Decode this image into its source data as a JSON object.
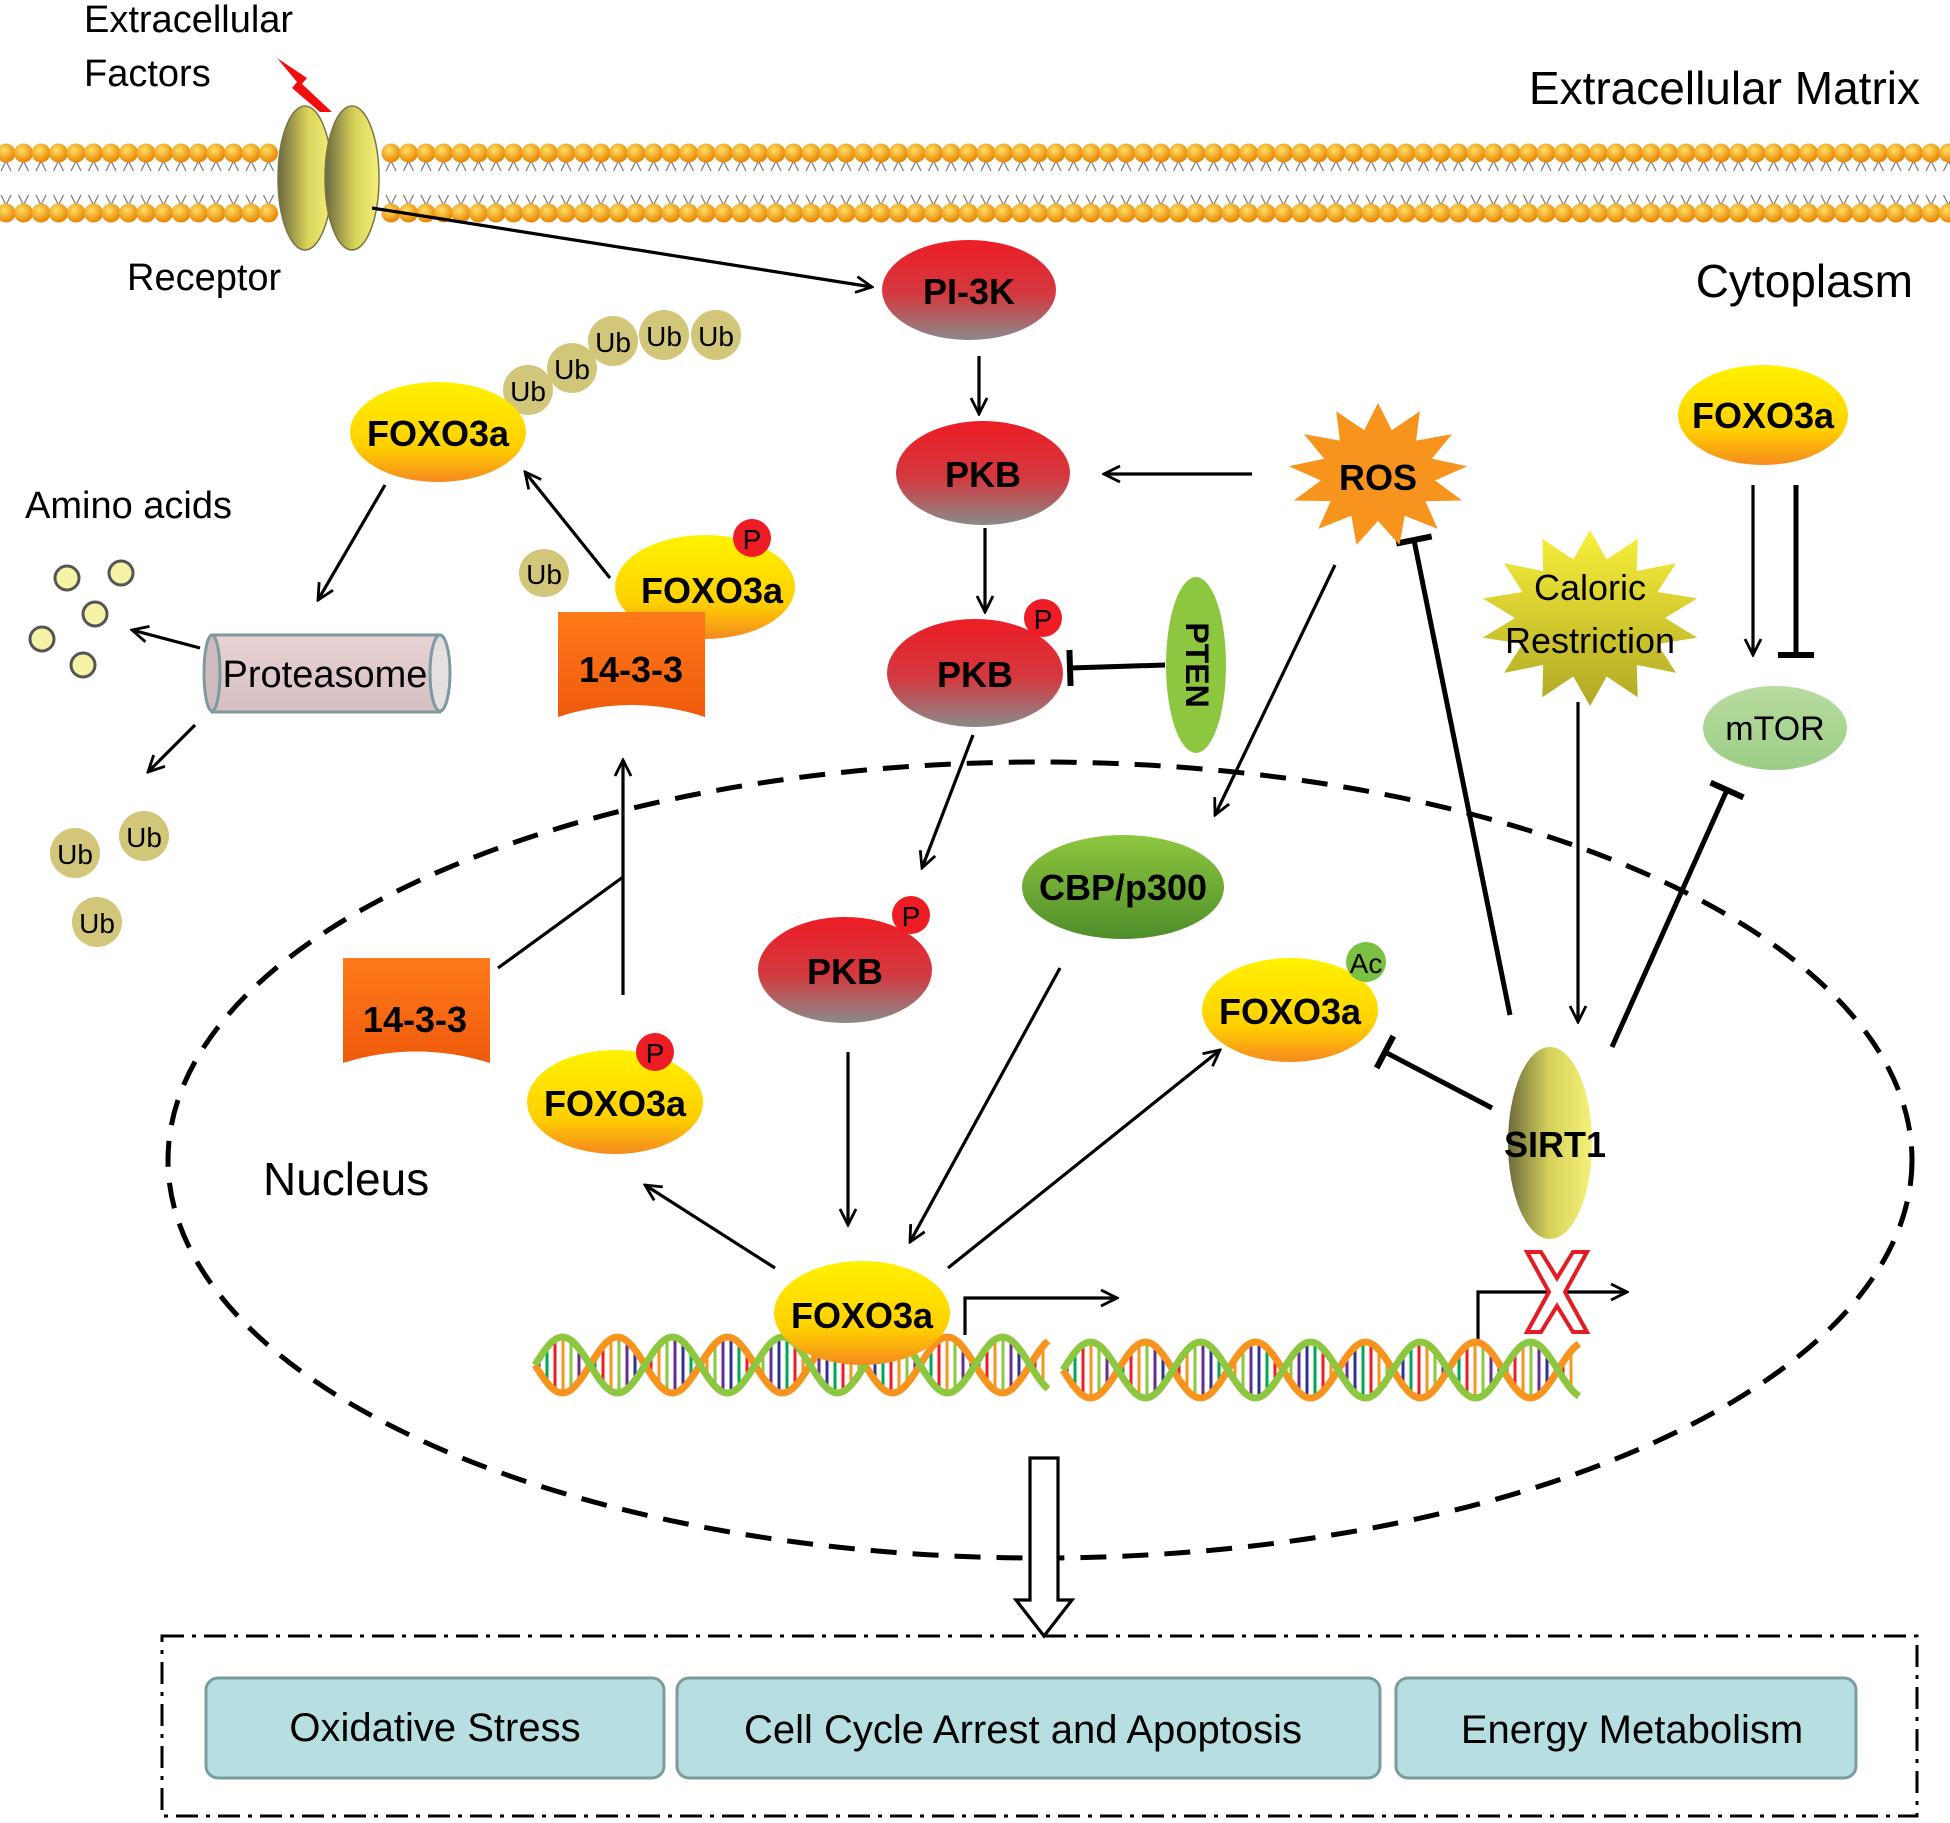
{
  "labels": {
    "extracellular_factors_line1": "Extracellular",
    "extracellular_factors_line2": "Factors",
    "extracellular_matrix": "Extracellular Matrix",
    "receptor": "Receptor",
    "cytoplasm": "Cytoplasm",
    "amino_acids": "Amino acids",
    "nucleus": "Nucleus"
  },
  "nodes": {
    "pi3k": "PI-3K",
    "pkb_top": "PKB",
    "pkb_phospho": "PKB",
    "pkb_nuclear": "PKB",
    "ros": "ROS",
    "pten": "PTEN",
    "caloric_line1": "Caloric",
    "caloric_line2": "Restriction",
    "foxo3a_right": "FOXO3a",
    "mtor": "mTOR",
    "foxo3a_ub": "FOXO3a",
    "foxo3a_p_cyto": "FOXO3a",
    "proteasome": "Proteasome",
    "protein_1433_cyto": "14-3-3",
    "protein_1433_nuc": "14-3-3",
    "foxo3a_p_nuc": "FOXO3a",
    "cbp_p300": "CBP/p300",
    "foxo3a_ac": "FOXO3a",
    "sirt1": "SIRT1",
    "foxo3a_dna": "FOXO3a"
  },
  "marks": {
    "phospho": "P",
    "acetyl": "Ac",
    "ubiquitin": "Ub"
  },
  "outcomes": [
    "Oxidative Stress",
    "Cell Cycle Arrest and Apoptosis",
    "Energy Metabolism"
  ],
  "colors": {
    "red_gradient_top": "#e8202a",
    "yellow_node": "#ffe800",
    "orange_node": "#f25c05",
    "green_node": "#7ac043",
    "ub_color": "#d2c67a",
    "outcome_fill": "#b7dfe2",
    "membrane_head": "#e89a06"
  }
}
